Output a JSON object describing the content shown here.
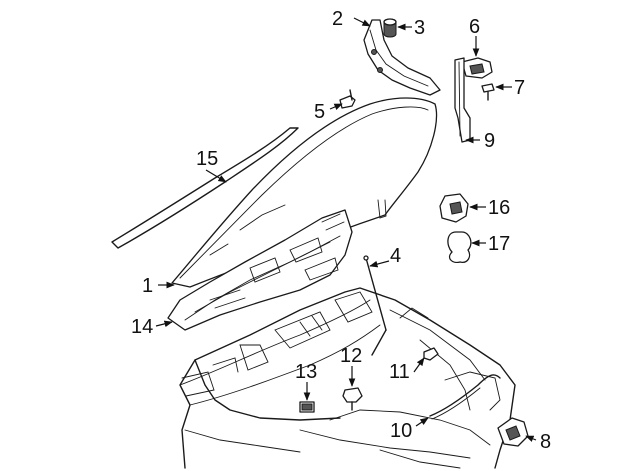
{
  "callouts": [
    {
      "id": "c1",
      "text": "1"
    },
    {
      "id": "c2",
      "text": "2"
    },
    {
      "id": "c3",
      "text": "3"
    },
    {
      "id": "c4",
      "text": "4"
    },
    {
      "id": "c5",
      "text": "5"
    },
    {
      "id": "c6",
      "text": "6"
    },
    {
      "id": "c7",
      "text": "7"
    },
    {
      "id": "c8",
      "text": "8"
    },
    {
      "id": "c9",
      "text": "9"
    },
    {
      "id": "c10",
      "text": "10"
    },
    {
      "id": "c11",
      "text": "11"
    },
    {
      "id": "c12",
      "text": "12"
    },
    {
      "id": "c13",
      "text": "13"
    },
    {
      "id": "c14",
      "text": "14"
    },
    {
      "id": "c15",
      "text": "15"
    },
    {
      "id": "c16",
      "text": "16"
    },
    {
      "id": "c17",
      "text": "17"
    }
  ],
  "colors": {
    "line": "#1a1a1a",
    "background": "#ffffff"
  }
}
